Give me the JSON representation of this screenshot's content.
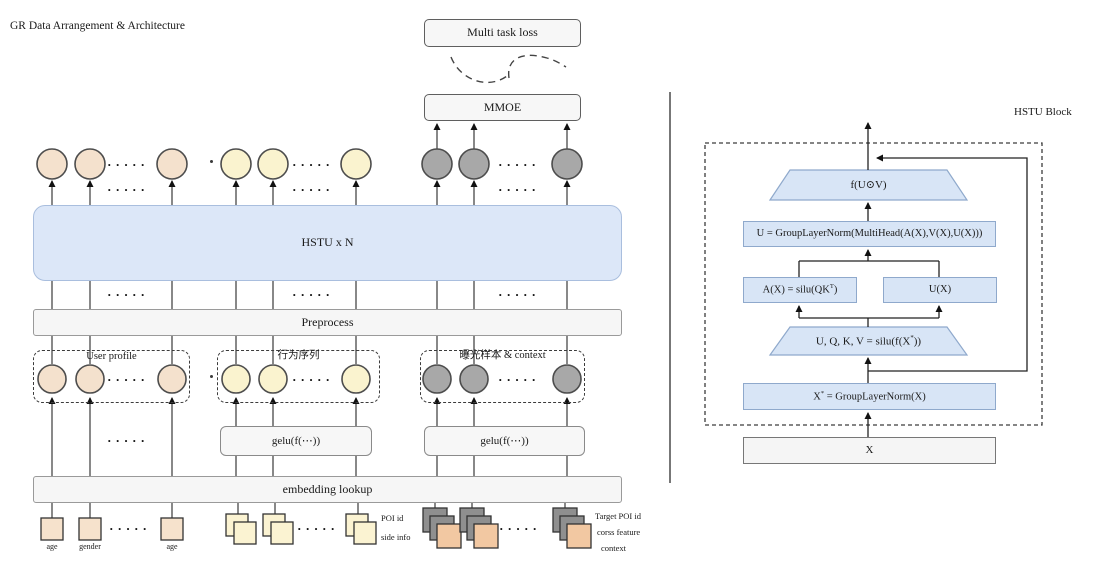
{
  "page_title": "GR Data Arrangement & Architecture",
  "dots": "·····",
  "left": {
    "multi_task_loss": "Multi task loss",
    "mmoe": "MMOE",
    "hstu_stack": "HSTU x N",
    "preprocess": "Preprocess",
    "group_user_profile": "User profile",
    "group_behavior_sequence": "行为序列",
    "group_exposure_context": "曝光样本 & context",
    "gelu_behavior": "gelu(f(⋯))",
    "gelu_exposure": "gelu(f(⋯))",
    "embedding_lookup": "embedding lookup",
    "inputs": {
      "age_1": "age",
      "gender": "gender",
      "age_2": "age",
      "poi_id": "POI id",
      "side_info": "side info",
      "target_poi_id": "Target POI id",
      "corss_feature": "corss feature",
      "context": "context"
    }
  },
  "right": {
    "block_title": "HSTU Block",
    "f_uv": "f(U⊙V)",
    "u_groupnorm": "U = GroupLayerNorm(MultiHead(A(X),V(X),U(X)))",
    "a_x": {
      "pre": "A(X) = silu(QK",
      "sup": "T",
      "post": ")"
    },
    "u_x": "U(X)",
    "uqkv": {
      "pre": "U, Q, K, V = silu(f(X",
      "sup": "*",
      "post": "))"
    },
    "x_star": {
      "pre": "X",
      "sup": "*",
      "post": " = GroupLayerNorm(X)"
    },
    "x_input": "X"
  },
  "colors": {
    "token_peach": "#f4e1cd",
    "token_yellow": "#faf3cf",
    "token_gray": "#a8a8a8",
    "hstu_fill": "#dce7f8",
    "blue_fill": "#d8e5f6",
    "bar_fill": "#f6f6f6",
    "square_orange": "#f2c8a2",
    "square_dark_gray": "#8f8f8f"
  }
}
